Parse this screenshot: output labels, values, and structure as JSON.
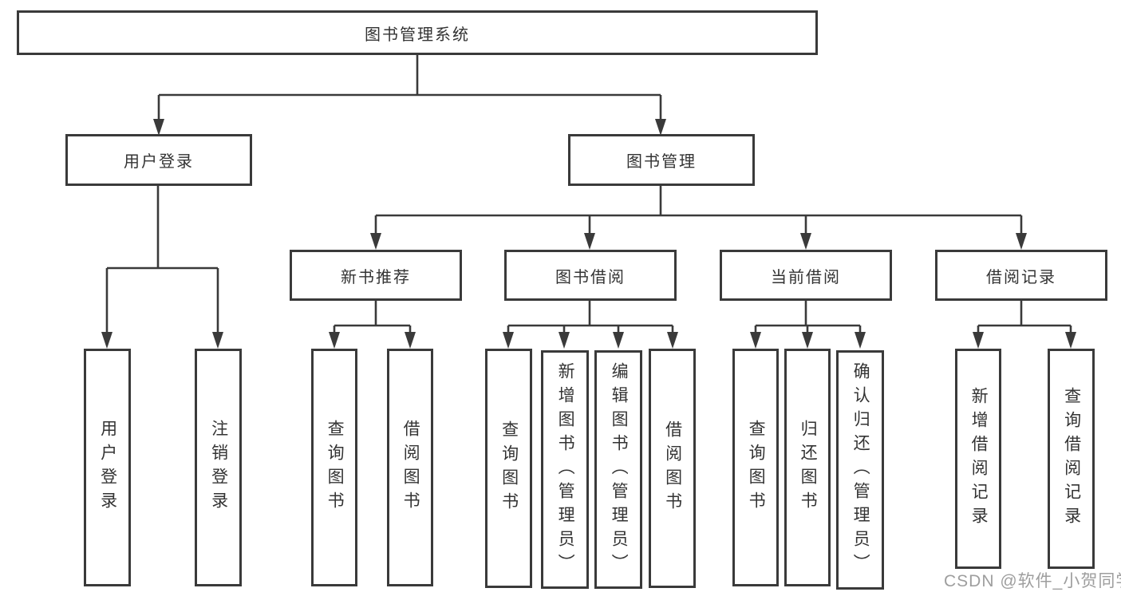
{
  "colors": {
    "line": "#3a3a3a",
    "text": "#333333",
    "node_fill": "#ffffff",
    "background": "#ffffff",
    "watermark": "#9e9e9e"
  },
  "tree": {
    "label": "图书管理系统",
    "children": [
      {
        "label": "用户登录",
        "children": [
          {
            "label": "用户登录"
          },
          {
            "label": "注销登录"
          }
        ]
      },
      {
        "label": "图书管理",
        "children": [
          {
            "label": "新书推荐",
            "children": [
              {
                "label": "查询图书"
              },
              {
                "label": "借阅图书"
              }
            ]
          },
          {
            "label": "图书借阅",
            "children": [
              {
                "label": "查询图书"
              },
              {
                "label": "新增图书（管理员）"
              },
              {
                "label": "编辑图书（管理员）"
              },
              {
                "label": "借阅图书"
              }
            ]
          },
          {
            "label": "当前借阅",
            "children": [
              {
                "label": "查询图书"
              },
              {
                "label": "归还图书"
              },
              {
                "label": "确认归还（管理员）"
              }
            ]
          },
          {
            "label": "借阅记录",
            "children": [
              {
                "label": "新增借阅记录"
              },
              {
                "label": "查询借阅记录"
              }
            ]
          }
        ]
      }
    ]
  },
  "watermark": {
    "text": "CSDN @软件_小贺同学"
  }
}
